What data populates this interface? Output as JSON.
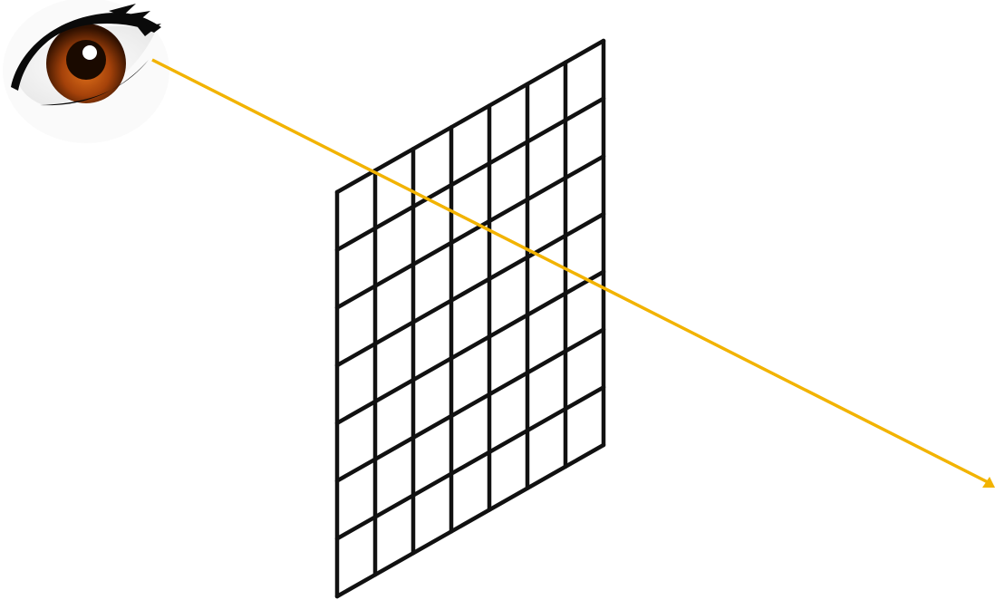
{
  "diagram": {
    "description_elements": [
      "eye",
      "grid",
      "ray"
    ],
    "grid": {
      "columns": 7,
      "rows": 7
    },
    "colors": {
      "background": "#ffffff",
      "grid_lines": "#111111",
      "ray": "#f2b300",
      "iris_outer": "#3a1500",
      "iris_inner": "#b84a06",
      "eyelash": "#0a0a0a"
    },
    "icons": {
      "eye": "eye-icon",
      "ray_head": "arrowhead-icon"
    }
  }
}
